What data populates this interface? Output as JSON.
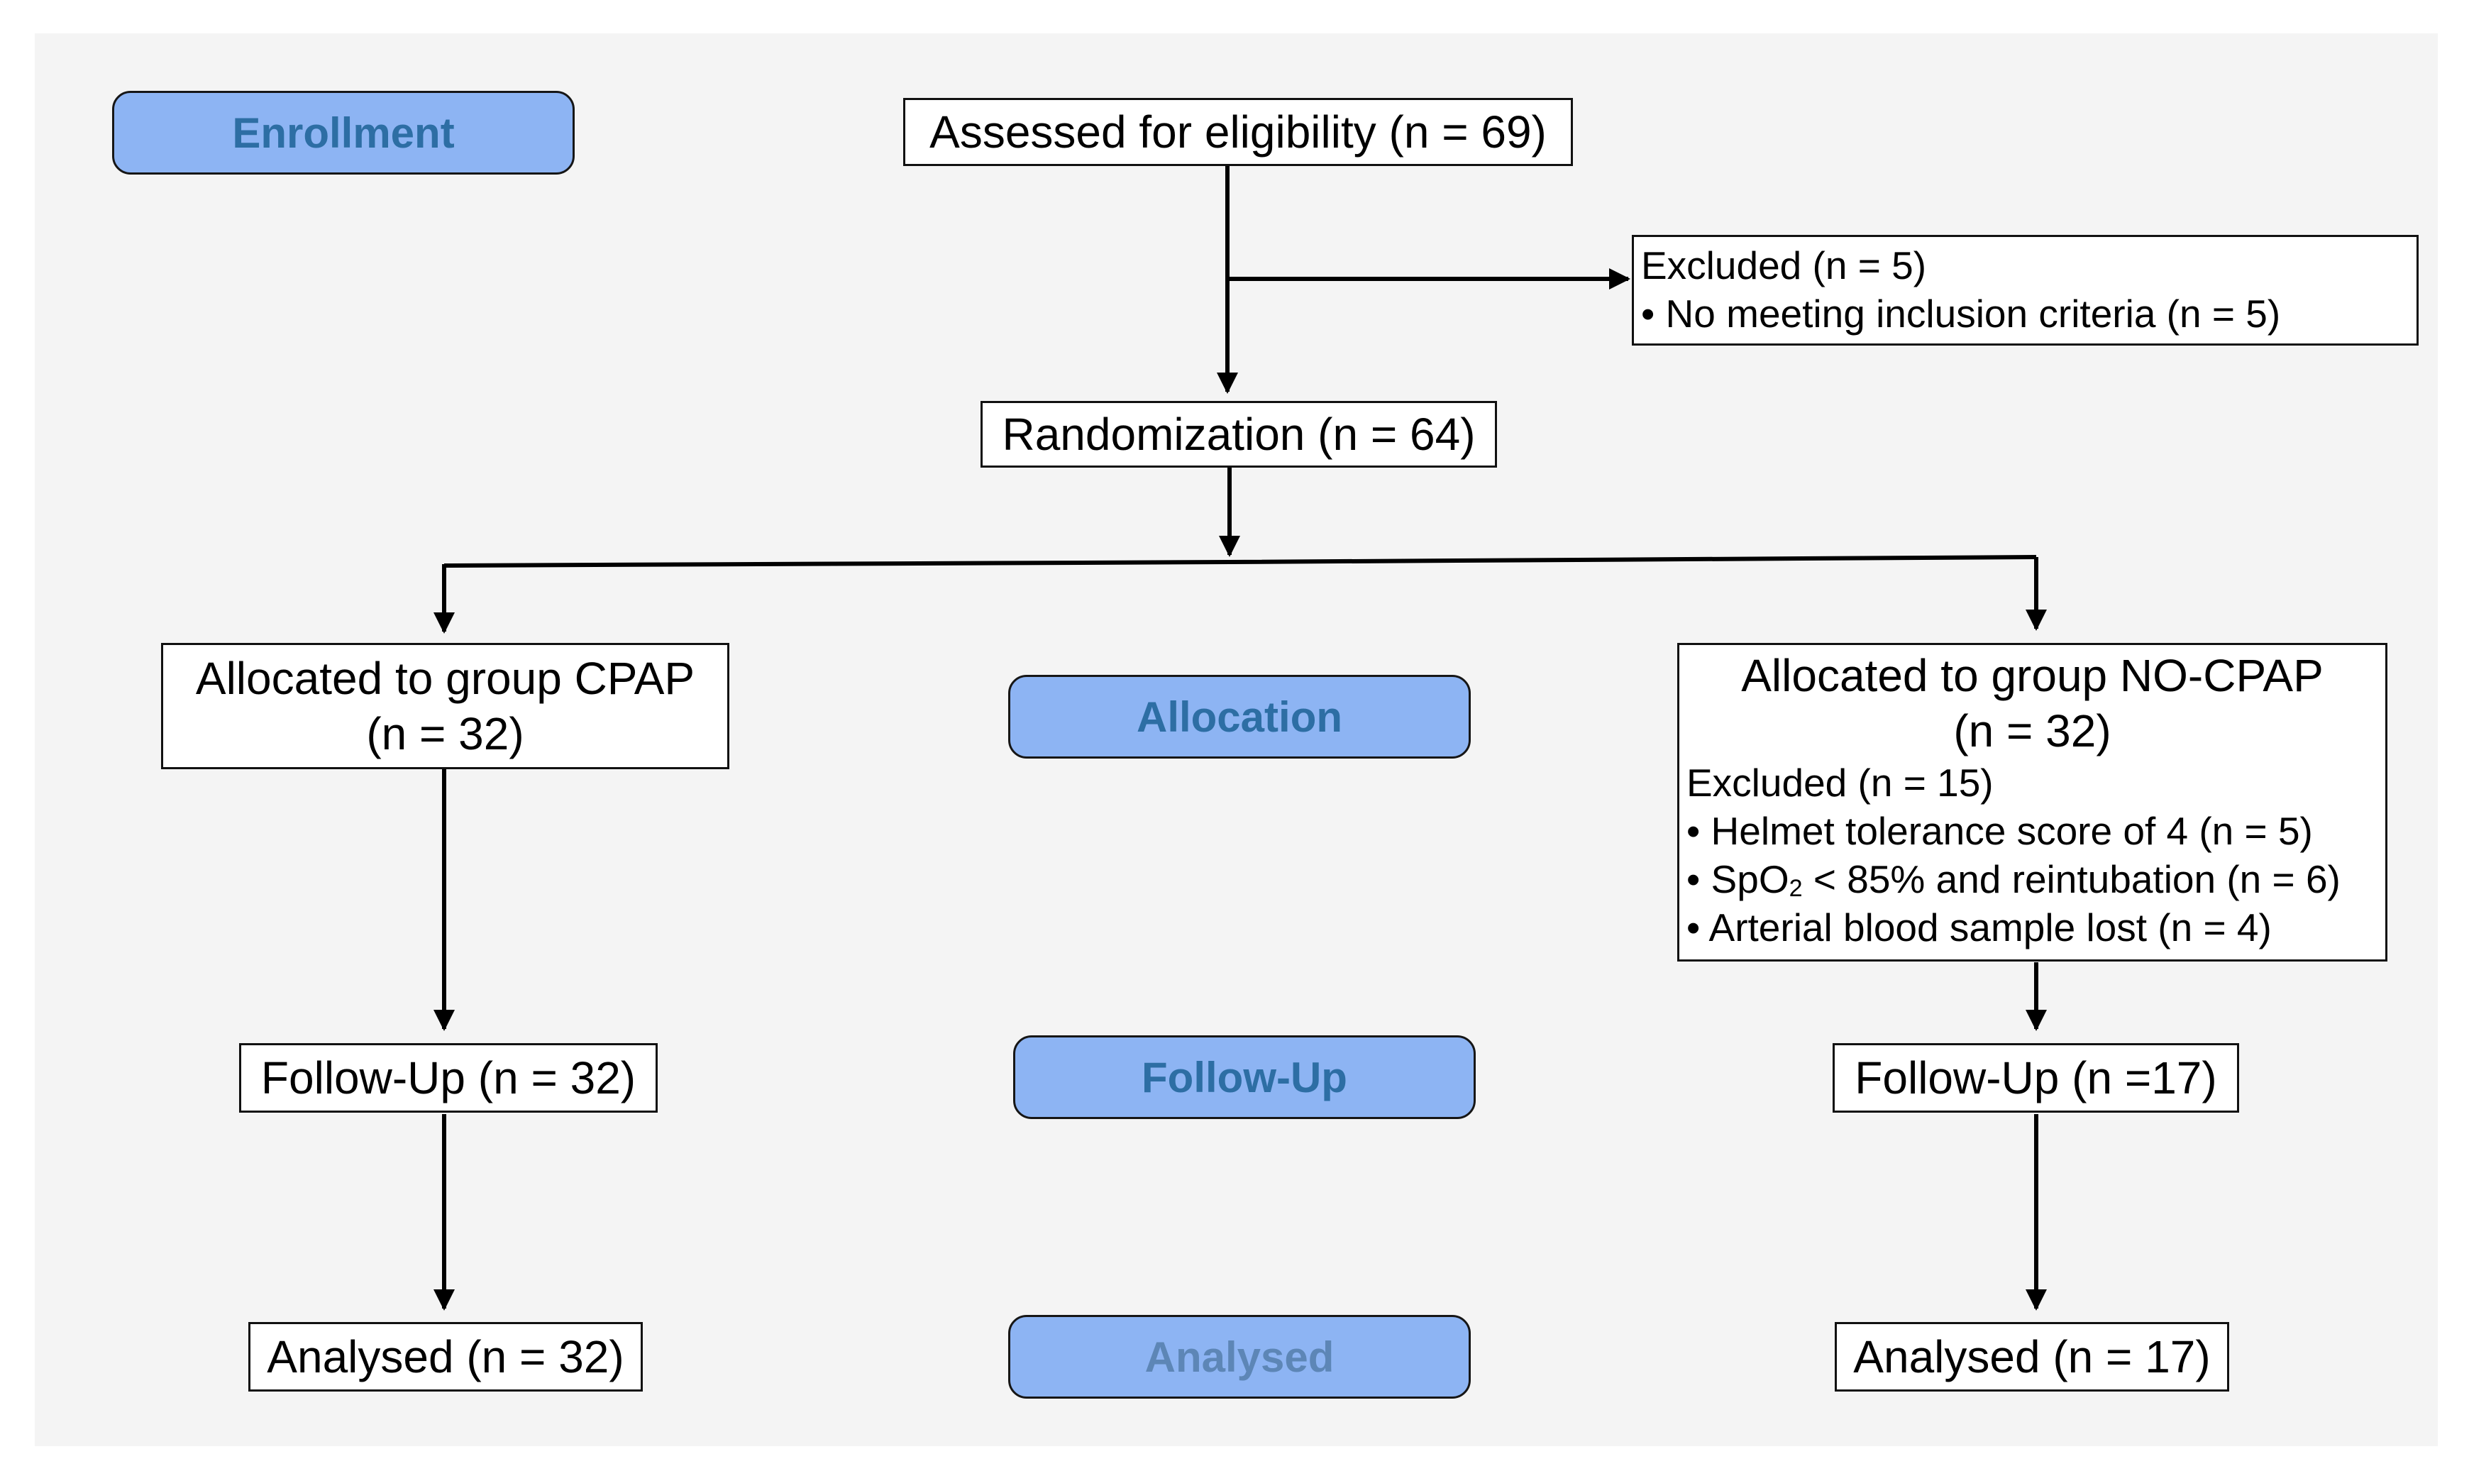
{
  "phases": {
    "enrollment": "Enrollment",
    "allocation": "Allocation",
    "follow_up": "Follow-Up",
    "analysed": "Analysed"
  },
  "assessed": "Assessed for eligibility (n = 69)",
  "excluded_enrollment": {
    "title": "Excluded  (n = 5)",
    "items": [
      "No meeting inclusion criteria (n = 5)"
    ]
  },
  "randomization": "Randomization (n = 64)",
  "cpap": {
    "allocated_line1": "Allocated to group CPAP",
    "allocated_line2": "(n = 32)",
    "follow_up": "Follow-Up (n = 32)",
    "analysed": "Analysed (n = 32)"
  },
  "no_cpap": {
    "allocated_line1": "Allocated to group NO-CPAP",
    "allocated_line2": "(n = 32)",
    "excluded_title": "Excluded (n = 15)",
    "excluded_items": [
      "Helmet tolerance score of 4 (n = 5)",
      "and reintubation (n = 6)",
      "Arterial blood sample lost (n = 4)"
    ],
    "spo2_prefix": "SpO",
    "spo2_sub": "2",
    "spo2_threshold": " < 85% ",
    "follow_up": "Follow-Up (n =17)",
    "analysed": "Analysed (n = 17)"
  },
  "bullet": "•",
  "colors": {
    "pill_fill": "#8db4f3",
    "pill_text": "#2d6ea4",
    "background": "#f4f4f4"
  }
}
